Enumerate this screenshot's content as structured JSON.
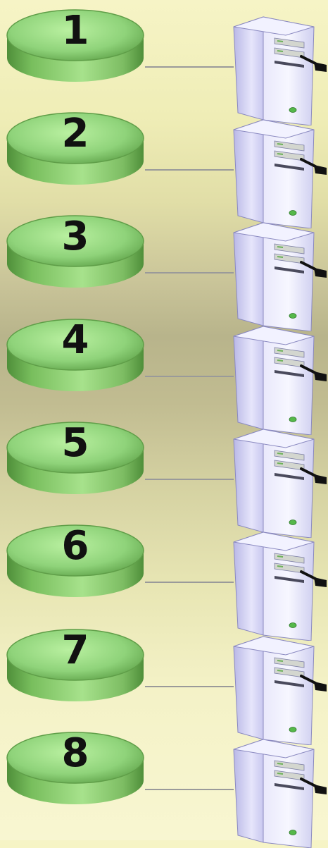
{
  "diagram": {
    "nodes": [
      {
        "label": "1"
      },
      {
        "label": "2"
      },
      {
        "label": "3"
      },
      {
        "label": "4"
      },
      {
        "label": "5"
      },
      {
        "label": "6"
      },
      {
        "label": "7"
      },
      {
        "label": "8"
      }
    ]
  },
  "colors": {
    "disk_green": "#8fd37a",
    "server_lavender": "#d7d6f5",
    "connector_gray": "#9a9a9a"
  },
  "icons": {
    "storage": "disk-cylinder-icon",
    "server": "server-tower-icon"
  }
}
